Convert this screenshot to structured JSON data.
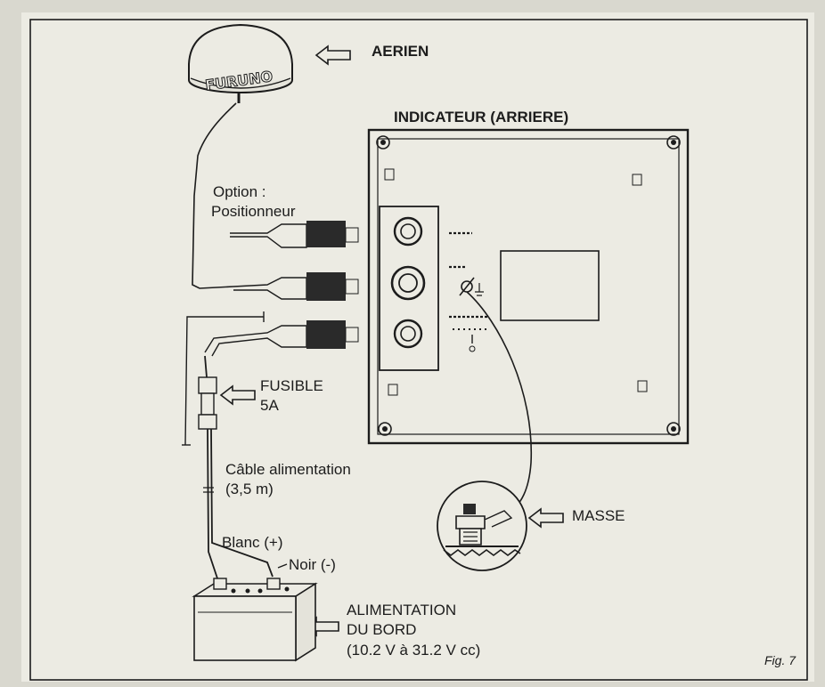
{
  "labels": {
    "aerial": "AERIEN",
    "display": "INDICATEUR (ARRIERE)",
    "option_title": "Option :",
    "option_device": "Positionneur",
    "fuse_name": "FUSIBLE",
    "fuse_rating": "5A",
    "cable_name": "Câble alimentation",
    "cable_length": "(3,5 m)",
    "white_wire": "Blanc (+)",
    "black_wire": "Noir (-)",
    "ground": "MASSE",
    "supply_line1": "ALIMENTATION",
    "supply_line2": "DU BORD",
    "supply_voltage": "(10.2 V à 31.2 V cc)",
    "figure_number": "Fig. 7"
  },
  "antenna_brand": "FURUNO",
  "colors": {
    "paper": "#ecebe3",
    "ink": "#1c1c1c",
    "background": "#d9d8cf"
  }
}
